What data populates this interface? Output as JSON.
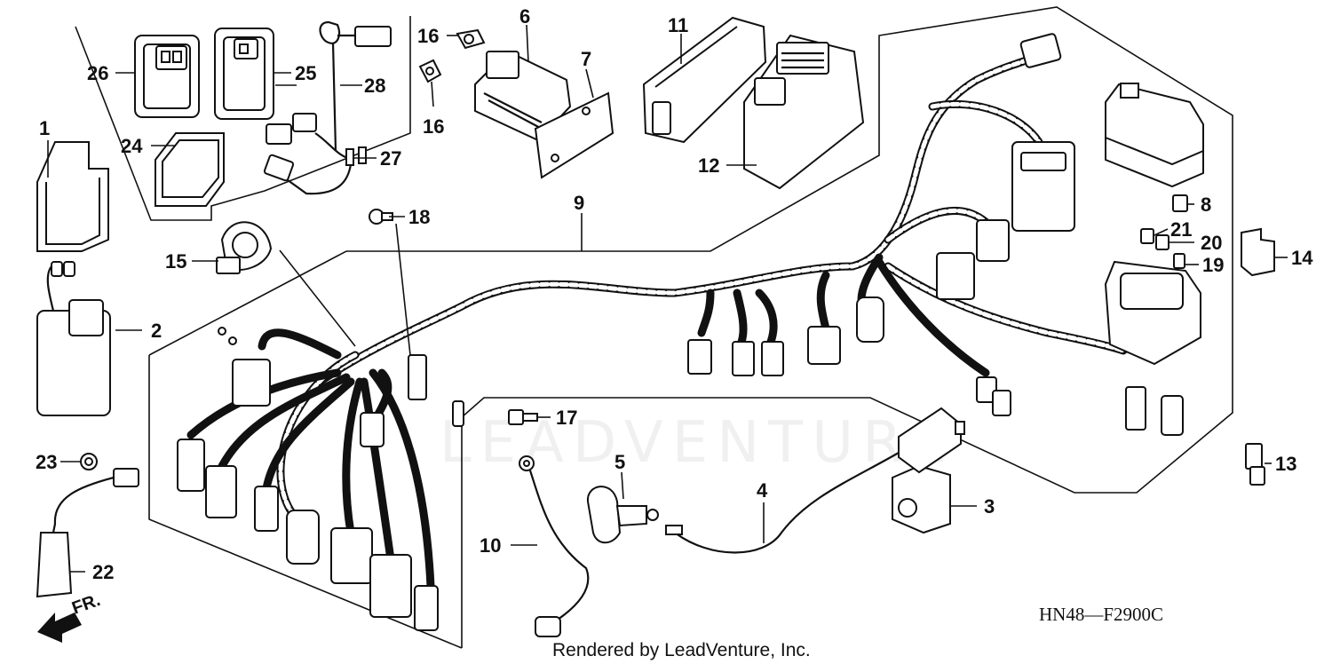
{
  "diagram": {
    "labels": {
      "p1": "1",
      "p2": "2",
      "p3": "3",
      "p4": "4",
      "p5": "5",
      "p6": "6",
      "p7": "7",
      "p8": "8",
      "p9": "9",
      "p10": "10",
      "p11": "11",
      "p12": "12",
      "p13": "13",
      "p14": "14",
      "p15": "15",
      "p16a": "16",
      "p16b": "16",
      "p17": "17",
      "p18": "18",
      "p19": "19",
      "p20": "20",
      "p21": "21",
      "p22": "22",
      "p23": "23",
      "p24": "24",
      "p25": "25",
      "p26": "26",
      "p27": "27",
      "p28": "28"
    },
    "front_marker": "FR.",
    "diagram_code": "HN48—F2900C",
    "credit": "Rendered by LeadVenture, Inc.",
    "watermark": "LEADVENTURE"
  }
}
